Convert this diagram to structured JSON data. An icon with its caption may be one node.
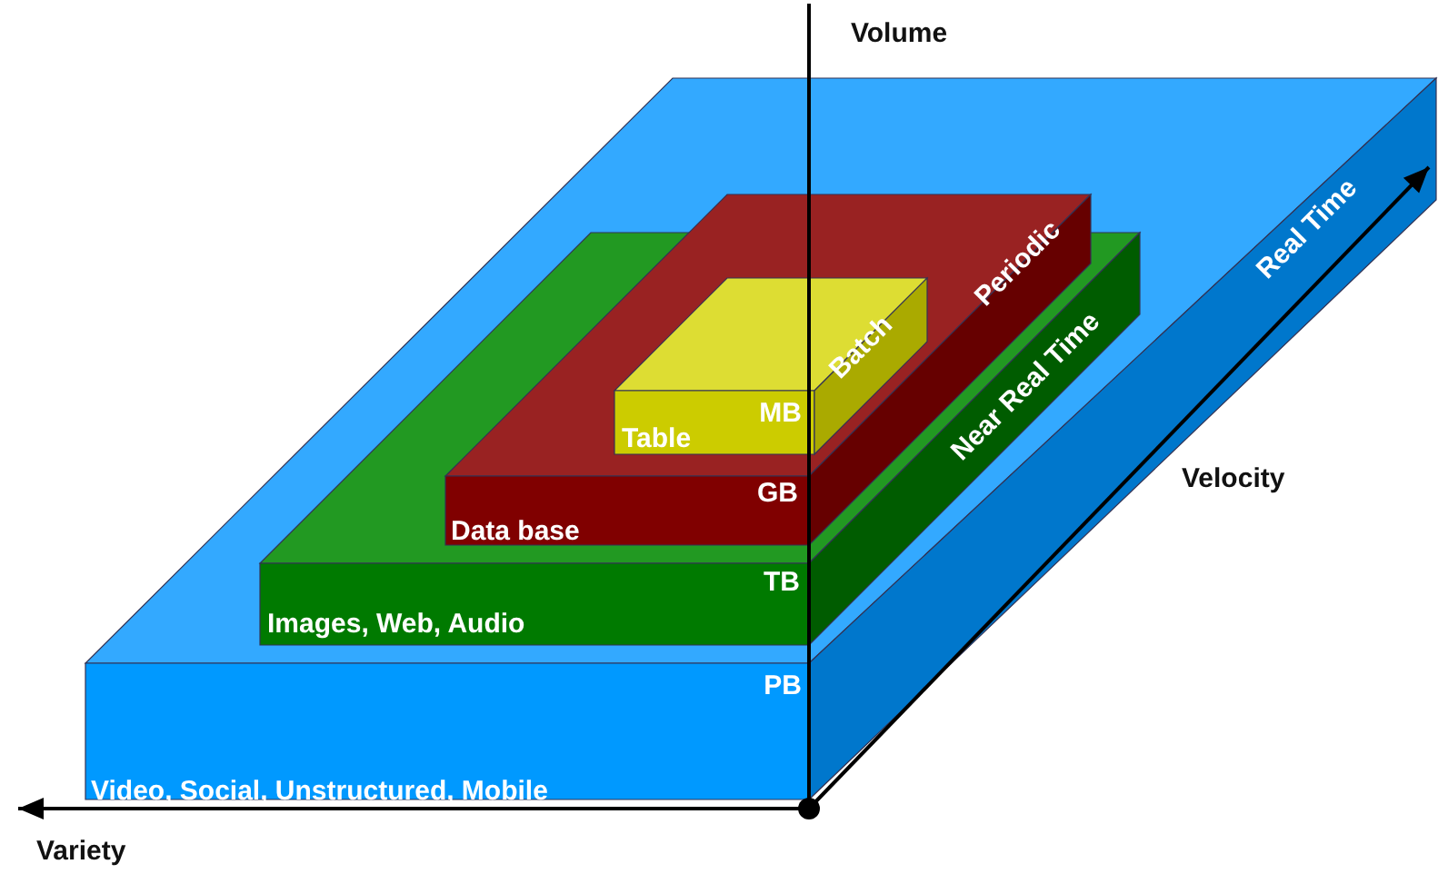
{
  "diagram": {
    "nodes": [
      {
        "text": [
          "PB",
          "Video, Social, Unstructured, Mobile",
          "Real Time"
        ]
      },
      {
        "text": [
          "TB",
          "Images, Web, Audio",
          "Near Real Time"
        ],
        "in": 0
      },
      {
        "text": [
          "GB",
          "Data base",
          "Periodic"
        ],
        "in": 1
      },
      {
        "text": [
          "MB",
          "Table",
          "Batch"
        ],
        "in": 2
      }
    ],
    "labels": [
      "Volume",
      "Velocity",
      "Variety"
    ]
  }
}
